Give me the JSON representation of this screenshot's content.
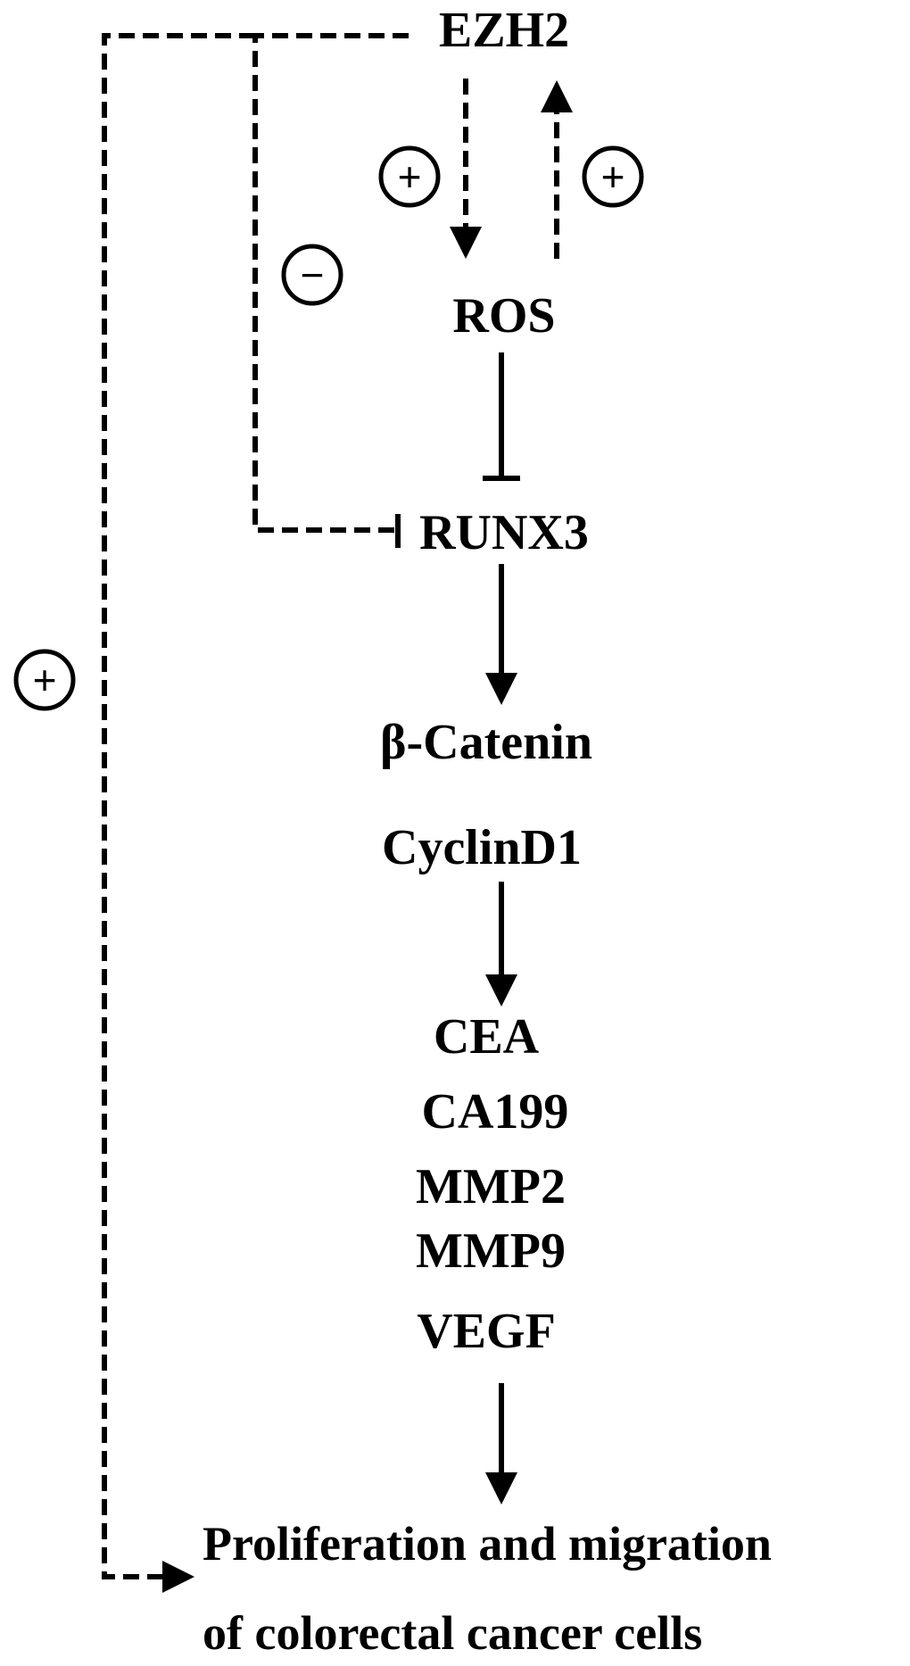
{
  "nodes": {
    "ezh2": "EZH2",
    "ros": "ROS",
    "runx3": "RUNX3",
    "beta_catenin": "β-Catenin",
    "cyclind1": "CyclinD1",
    "cea": "CEA",
    "ca199": "CA199",
    "mmp2": "MMP2",
    "mmp9": "MMP9",
    "vegf": "VEGF",
    "outcome_line1": "Proliferation and migration",
    "outcome_line2": "of colorectal cancer cells"
  },
  "signs": {
    "ezh2_to_ros": "+",
    "ros_to_ezh2": "+",
    "ezh2_inhibits_runx3": "−",
    "ezh2_to_outcome": "+"
  },
  "colors": {
    "ink": "#000000",
    "background": "#ffffff"
  }
}
